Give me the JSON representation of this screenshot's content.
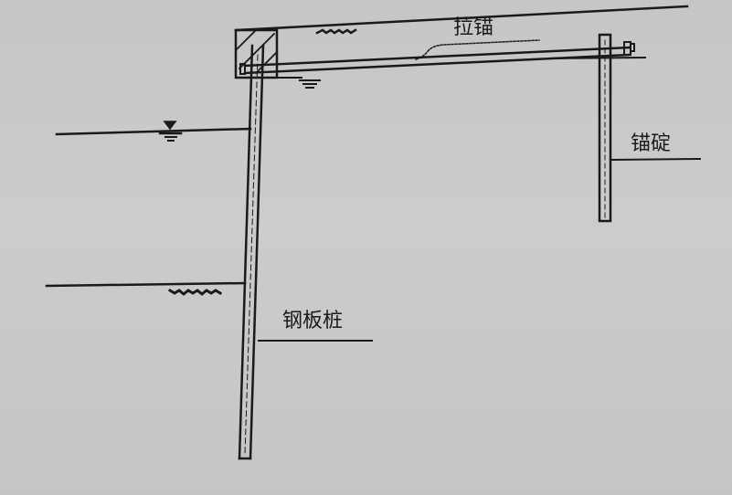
{
  "diagram": {
    "type": "steel sheet pile anchored retaining wall",
    "labels": {
      "tie_rod": "拉锚",
      "anchor_pile": "锚碇",
      "sheet_pile": "钢板桩"
    },
    "symbols": {
      "water_level": "water-level-symbol",
      "ground_hatch": "soil-hatch-symbol"
    },
    "colors": {
      "background": "#c9c8c6",
      "ink": "#1a1a1a"
    }
  }
}
